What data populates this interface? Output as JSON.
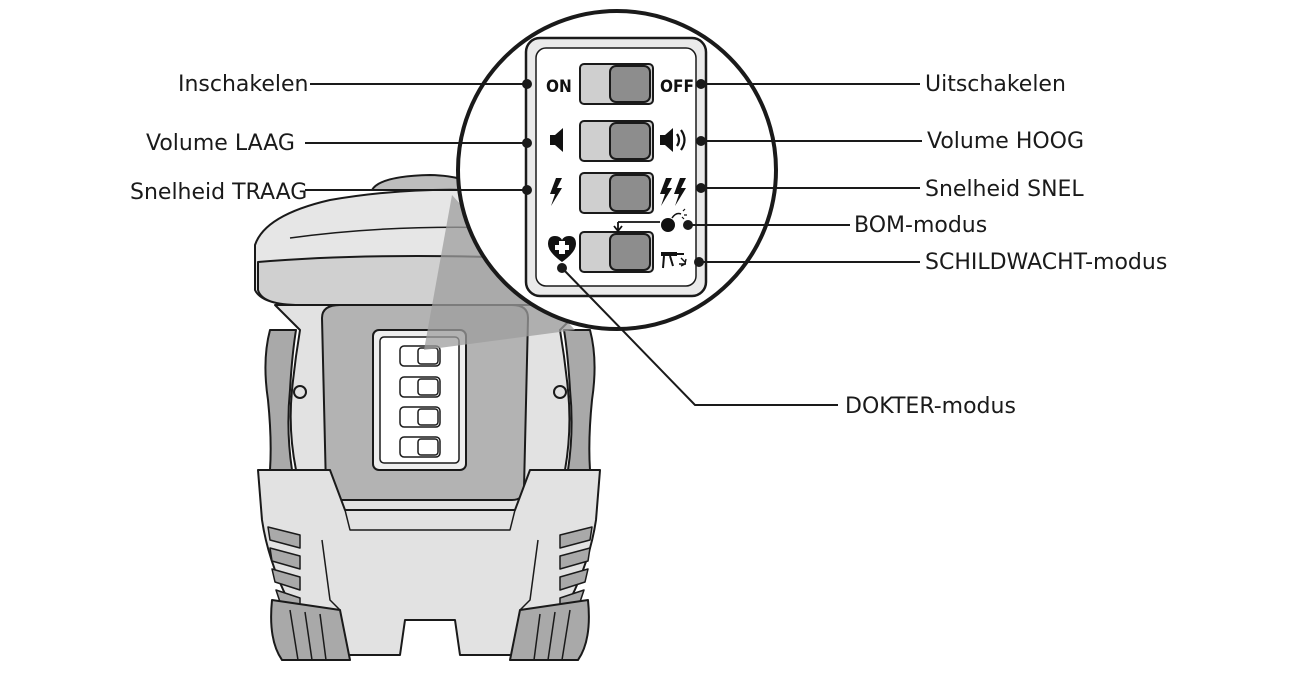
{
  "labels": {
    "left": {
      "power_on": "Inschakelen",
      "volume_low": "Volume LAAG",
      "speed_slow": "Snelheid TRAAG"
    },
    "right": {
      "power_off": "Uitschakelen",
      "volume_high": "Volume HOOG",
      "speed_fast": "Snelheid SNEL",
      "bomb_mode": "BOM-modus",
      "sentry_mode": "SCHILDWACHT-modus"
    },
    "bottom": {
      "doctor_mode": "DOKTER-modus"
    }
  },
  "switch_panel": {
    "on_text": "ON",
    "off_text": "OFF",
    "icons": [
      "speaker-low-icon",
      "speaker-high-icon",
      "lightning-single-icon",
      "lightning-double-icon",
      "bomb-icon",
      "sentry-icon",
      "doctor-heart-cross-icon"
    ]
  },
  "colors": {
    "line": "#1a1a1a",
    "robot_body": "#e2e2e2",
    "robot_shade": "#a9a9a9",
    "switch_knob": "#8d8d8d",
    "switch_track": "#cfcfcf"
  }
}
